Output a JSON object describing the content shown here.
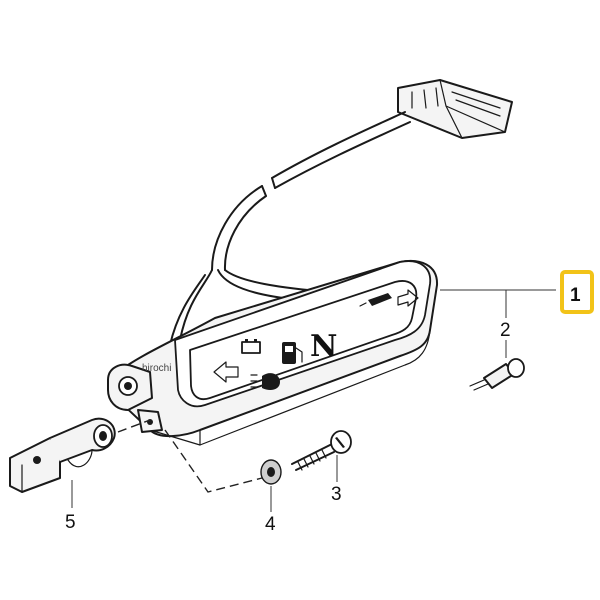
{
  "callouts": {
    "c1": "1",
    "c2": "2",
    "c3": "3",
    "c4": "4",
    "c5": "5"
  },
  "indicator_letter": "N",
  "watermark": "hirochi",
  "colors": {
    "highlight": "#f2c318",
    "line": "#1a1a1a",
    "background": "#ffffff"
  },
  "icons": [
    "turn-left-arrow-icon",
    "turn-right-arrow-icon",
    "battery-icon",
    "fuel-pump-icon",
    "high-beam-icon",
    "oil-can-icon"
  ]
}
